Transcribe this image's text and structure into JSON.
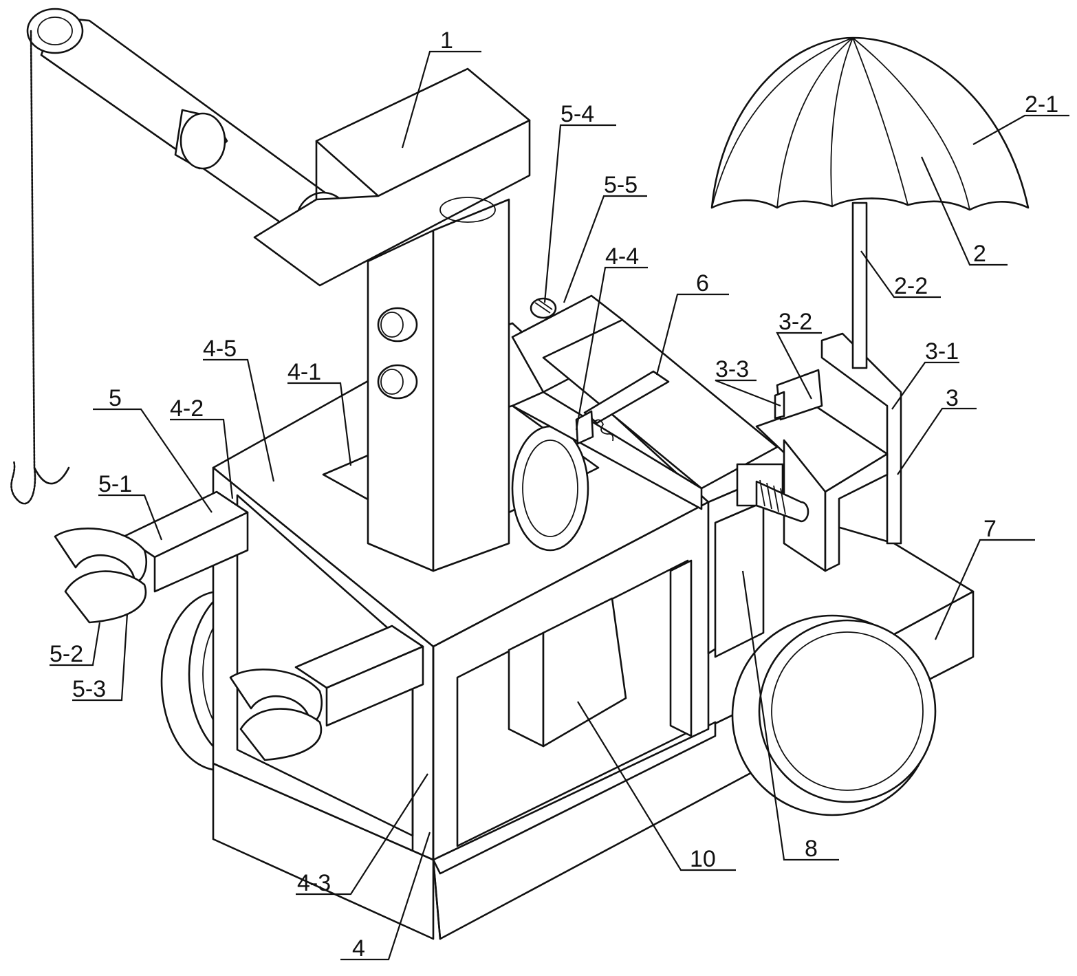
{
  "labels": [
    {
      "id": "1",
      "text": "1"
    },
    {
      "id": "2",
      "text": "2"
    },
    {
      "id": "2-1",
      "text": "2-1"
    },
    {
      "id": "2-2",
      "text": "2-2"
    },
    {
      "id": "3",
      "text": "3"
    },
    {
      "id": "3-1",
      "text": "3-1"
    },
    {
      "id": "3-2",
      "text": "3-2"
    },
    {
      "id": "3-3",
      "text": "3-3"
    },
    {
      "id": "4",
      "text": "4"
    },
    {
      "id": "4-1",
      "text": "4-1"
    },
    {
      "id": "4-2",
      "text": "4-2"
    },
    {
      "id": "4-3",
      "text": "4-3"
    },
    {
      "id": "4-4",
      "text": "4-4"
    },
    {
      "id": "4-5",
      "text": "4-5"
    },
    {
      "id": "5",
      "text": "5"
    },
    {
      "id": "5-1",
      "text": "5-1"
    },
    {
      "id": "5-2",
      "text": "5-2"
    },
    {
      "id": "5-3",
      "text": "5-3"
    },
    {
      "id": "5-4",
      "text": "5-4"
    },
    {
      "id": "5-5",
      "text": "5-5"
    },
    {
      "id": "6",
      "text": "6"
    },
    {
      "id": "7",
      "text": "7"
    },
    {
      "id": "8",
      "text": "8"
    },
    {
      "id": "10",
      "text": "10"
    }
  ],
  "colors": {
    "line": "#111111",
    "background": "#ffffff"
  }
}
